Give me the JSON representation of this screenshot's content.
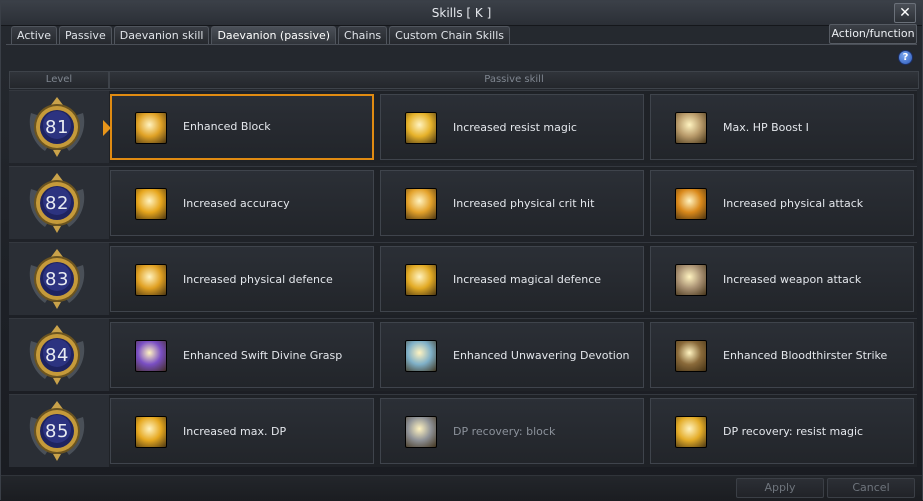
{
  "window": {
    "title": "Skills [ K ]",
    "close_symbol": "✕"
  },
  "tabs": [
    {
      "label": "Active"
    },
    {
      "label": "Passive"
    },
    {
      "label": "Daevanion skill"
    },
    {
      "label": "Daevanion (passive)",
      "active": true
    },
    {
      "label": "Chains"
    },
    {
      "label": "Custom Chain Skills"
    }
  ],
  "action_button": "Action/function",
  "help_symbol": "?",
  "table": {
    "level_header": "Level",
    "skill_header": "Passive skill"
  },
  "rows": [
    {
      "level": "81",
      "skills": [
        {
          "name": "Enhanced Block",
          "icon": "shield-strike-icon",
          "color": "#e0a226",
          "selected": true
        },
        {
          "name": "Increased resist magic",
          "icon": "resist-magic-icon",
          "color": "#e6b22a"
        },
        {
          "name": "Max. HP Boost I",
          "icon": "hp-boost-icon",
          "color": "#b89a6a"
        }
      ]
    },
    {
      "level": "82",
      "skills": [
        {
          "name": "Increased accuracy",
          "icon": "accuracy-icon",
          "color": "#e6a51c"
        },
        {
          "name": "Increased physical crit hit",
          "icon": "crit-hit-icon",
          "color": "#e3a12a"
        },
        {
          "name": "Increased physical attack",
          "icon": "physical-attack-icon",
          "color": "#d9881a"
        }
      ]
    },
    {
      "level": "83",
      "skills": [
        {
          "name": "Increased physical defence",
          "icon": "physical-defence-icon",
          "color": "#e0a022"
        },
        {
          "name": "Increased magical defence",
          "icon": "magical-defence-icon",
          "color": "#e2aa24"
        },
        {
          "name": "Increased weapon attack",
          "icon": "weapon-attack-icon",
          "color": "#a89072"
        }
      ]
    },
    {
      "level": "84",
      "skills": [
        {
          "name": "Enhanced Swift Divine Grasp",
          "icon": "divine-grasp-icon",
          "color": "#7a4fc4"
        },
        {
          "name": "Enhanced Unwavering Devotion",
          "icon": "devotion-icon",
          "color": "#7fb0c8"
        },
        {
          "name": "Enhanced Bloodthirster Strike",
          "icon": "bloodthirster-icon",
          "color": "#8a6a3a"
        }
      ]
    },
    {
      "level": "85",
      "skills": [
        {
          "name": "Increased max. DP",
          "icon": "max-dp-icon",
          "color": "#e6a820"
        },
        {
          "name": "DP recovery: block",
          "icon": "dp-block-icon",
          "color": "#8e9196",
          "dim": true
        },
        {
          "name": "DP recovery: resist magic",
          "icon": "dp-resist-icon",
          "color": "#e4ac28"
        }
      ]
    }
  ],
  "footer": {
    "apply": "Apply",
    "cancel": "Cancel"
  }
}
